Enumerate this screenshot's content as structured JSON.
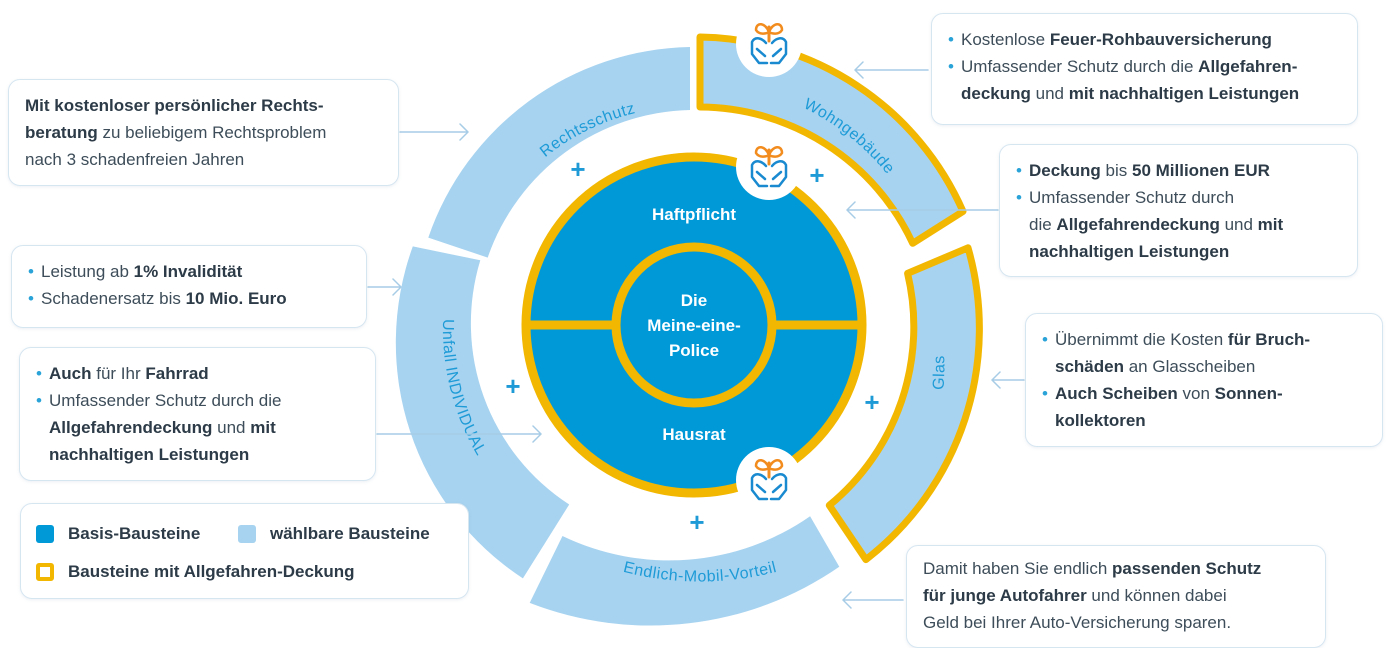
{
  "colors": {
    "basis": "#0099d8",
    "optional": "#a7d3f0",
    "allrisk_border": "#f2b701",
    "label_blue": "#1e9bd7",
    "plus": "#1e9bd7",
    "icon_orange": "#f28c1e",
    "icon_blue": "#1a8ad0"
  },
  "center": {
    "line1": "Die",
    "line2": "Meine-eine-",
    "line3": "Police"
  },
  "basis": {
    "top": "Haftpflicht",
    "bottom": "Hausrat"
  },
  "segments": {
    "rechtsschutz": "Rechtsschutz",
    "wohngebaeude": "Wohngebäude",
    "glas": "Glas",
    "endlich_mobil": "Endlich-Mobil-Vorteil",
    "unfall": "Unfall INDIVIDUAL"
  },
  "plus_sign": "+",
  "icons": [
    "sustainability-hands-icon",
    "sustainability-hands-icon",
    "sustainability-hands-icon"
  ],
  "cards": {
    "rechtsschutz": {
      "b1": "Mit kostenloser persönlicher Rechts-",
      "b2": "beratung",
      "t2": " zu beliebigem Rechtsproblem",
      "t3": "nach 3 schadenfreien Jahren"
    },
    "wohngebaeude": {
      "i1_t": "Kostenlose ",
      "i1_b": "Feuer-Rohbauversicherung",
      "i2_t": "Umfassender Schutz durch die ",
      "i2_b1": "Allgefahren-",
      "i2_b2": "deckung",
      "i2_t2": " und ",
      "i2_b3": "mit nachhaltigen Leistungen"
    },
    "haftpflicht": {
      "i1_b1": "Deckung",
      "i1_t": " bis ",
      "i1_b2": "50 Millionen EUR",
      "i2_t1": "Umfassender Schutz durch",
      "i2_t2": "die ",
      "i2_b1": "Allgefahrendeckung",
      "i2_t3": " und ",
      "i2_b2": "mit",
      "i2_b3": "nachhaltigen Leistungen"
    },
    "unfall_top": {
      "i1_t": "Leistung ab ",
      "i1_b": "1% Invalidität",
      "i2_t": "Schadenersatz bis ",
      "i2_b": "10 Mio. Euro"
    },
    "hausrat": {
      "i1_b1": "Auch",
      "i1_t": " für Ihr ",
      "i1_b2": "Fahrrad",
      "i2_t": "Umfassender Schutz durch die",
      "i2_b1": "Allgefahrendeckung",
      "i2_t2": " und ",
      "i2_b2": "mit",
      "i2_b3": "nachhaltigen Leistungen"
    },
    "glas": {
      "i1_t": "Übernimmt die Kosten ",
      "i1_b1": "für Bruch-",
      "i1_b2": "schäden",
      "i1_t2": " an Glasscheiben",
      "i2_b1": "Auch Scheiben",
      "i2_t": " von ",
      "i2_b2": "Sonnen-",
      "i2_b3": "kollektoren"
    },
    "endlich_mobil": {
      "t1": "Damit haben Sie endlich ",
      "b1": "passenden Schutz",
      "b2": "für junge Autofahrer",
      "t2": " und können dabei",
      "t3": "Geld bei Ihrer Auto-Versicherung sparen."
    }
  },
  "legend": {
    "basis": "Basis-Bausteine",
    "optional": "wählbare Bausteine",
    "allrisk": "Bausteine mit Allgefahren-Deckung"
  }
}
